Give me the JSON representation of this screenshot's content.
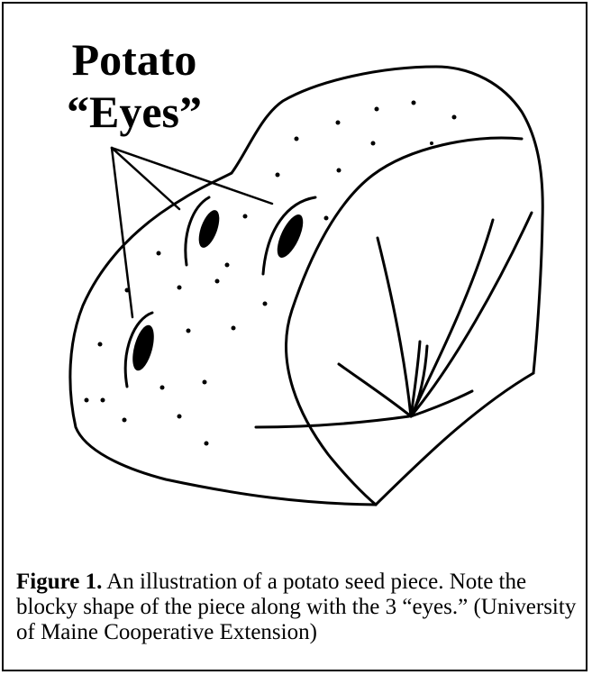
{
  "figure": {
    "title_line1": "Potato",
    "title_line2": "“Eyes”",
    "caption_lead": "Figure 1.",
    "caption_text": " An illustration of a potato seed piece. Note the blocky shape of the piece along with the 3 “eyes.” (University of Maine Cooperative Extension)"
  },
  "colors": {
    "ink": "#000000",
    "background": "#ffffff"
  }
}
